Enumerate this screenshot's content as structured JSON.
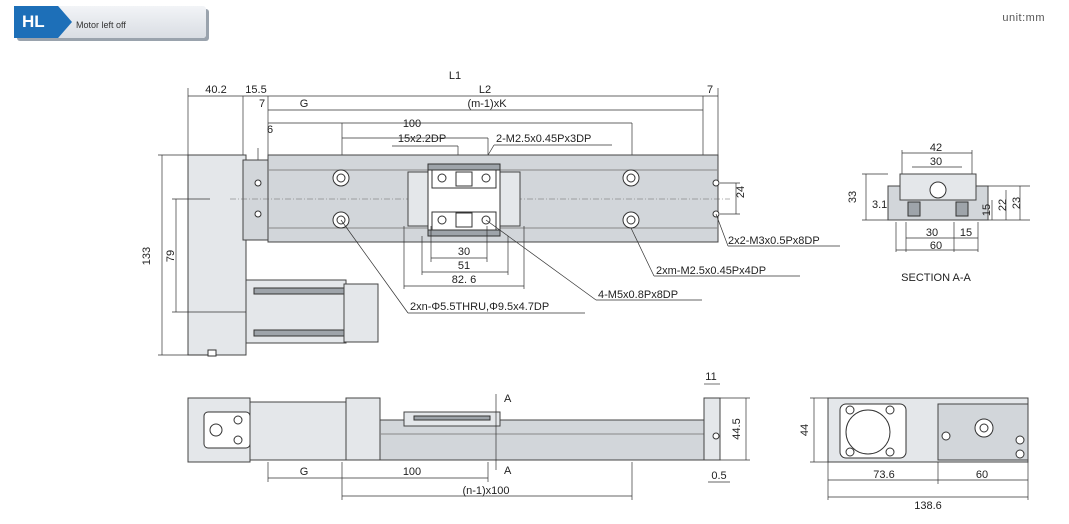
{
  "header": {
    "code": "HL",
    "description": "Motor left off",
    "unit": "unit:mm"
  },
  "top_view": {
    "dims": {
      "l1": "L1",
      "d40": "40.2",
      "d155": "15.5",
      "l2": "L2",
      "d7r": "7",
      "d7l": "7",
      "g": "G",
      "mk": "(m-1)xK",
      "d6": "6",
      "d100": "100",
      "dp": "15x2.2DP",
      "m25": "2-M2.5x0.45Px3DP",
      "d24": "24",
      "d30": "30",
      "d51": "51",
      "d826": "82. 6",
      "d133": "133",
      "d79": "79"
    },
    "callouts": {
      "m3": "2x2-M3x0.5Px8DP",
      "xm": "2xm-M2.5x0.45Px4DP",
      "m5": "4-M5x0.8Px8DP",
      "thru": "2xn-Φ5.5THRU,Φ9.5x4.7DP"
    }
  },
  "section_view": {
    "title": "SECTION A-A",
    "dims": {
      "w42": "42",
      "w30t": "30",
      "h33": "33",
      "d31": "3.1",
      "h15": "15",
      "h22": "22",
      "h23": "23",
      "b30": "30",
      "b15": "15",
      "b60": "60"
    }
  },
  "side_view": {
    "dims": {
      "d11": "11",
      "a_top": "A",
      "a_bot": "A",
      "h445": "44.5",
      "g": "G",
      "d100": "100",
      "n100": "(n-1)x100",
      "d05": "0.5"
    }
  },
  "end_view": {
    "dims": {
      "h44": "44",
      "w736": "73.6",
      "w60": "60",
      "w1386": "138.6"
    }
  }
}
